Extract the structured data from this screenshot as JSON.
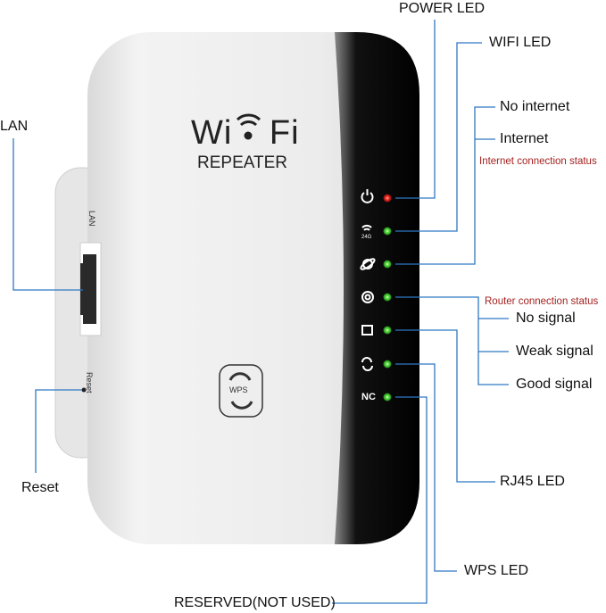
{
  "device": {
    "logo_text": "WiFi",
    "logo_subtitle": "REPEATER",
    "lan_port_label": "LAN",
    "reset_label": "Reset",
    "wps_button_label": "WPS",
    "nc_label": "NC"
  },
  "labels": {
    "power_led": "POWER LED",
    "wifi_led": "WIFI LED",
    "no_internet": "No internet",
    "internet": "Internet",
    "internet_status_caption": "Internet connection status",
    "router_status_caption": "Router connection status",
    "no_signal": "No signal",
    "weak_signal": "Weak signal",
    "good_signal": "Good signal",
    "rj45_led": "RJ45 LED",
    "wps_led": "WPS LED",
    "reserved": "RESERVED(NOT USED)",
    "lan": "LAN",
    "reset": "Reset"
  },
  "colors": {
    "line": "#2f78c4",
    "power_led": "#e8261c",
    "status_led": "#4fd13a",
    "caption": "#a3221f"
  }
}
